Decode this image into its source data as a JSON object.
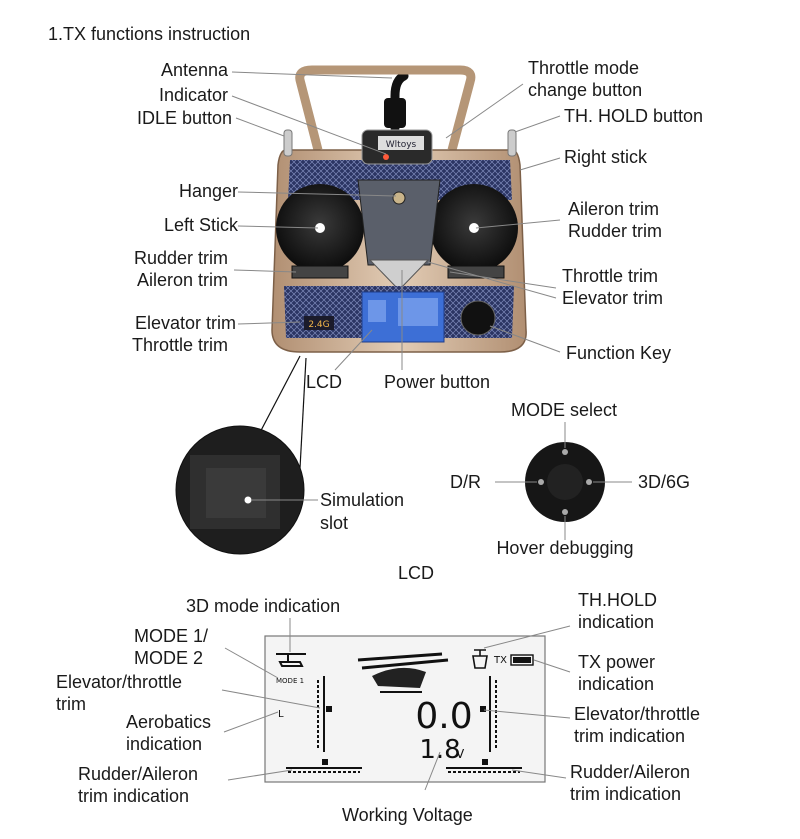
{
  "heading": "1.TX functions instruction",
  "tx_labels": {
    "antenna": "Antenna",
    "indicator": "Indicator",
    "idle_button": "IDLE  button",
    "hanger": "Hanger",
    "left_stick": "Left Stick",
    "rudder_trim_left": "Rudder trim",
    "aileron_trim_left": "Aileron  trim",
    "elevator_trim_left": "Elevator trim",
    "throttle_trim_left": "Throttle trim",
    "lcd": "LCD",
    "power_button": "Power button",
    "throttle_mode_1": "Throttle mode",
    "throttle_mode_2": "change button",
    "th_hold_button": "TH. HOLD button",
    "right_stick": "Right stick",
    "aileron_trim_right": "Aileron trim",
    "rudder_trim_right": "Rudder trim",
    "throttle_trim_right": "Throttle trim",
    "elevator_trim_right": "Elevator trim",
    "function_key": "Function Key"
  },
  "transmitter": {
    "brand": "Wltoys",
    "band": "2.4G"
  },
  "detail": {
    "simulation_1": "Simulation",
    "simulation_2": "slot",
    "mode_select": "MODE select",
    "dr": "D/R",
    "mode_3d6g": "3D/6G",
    "hover": "Hover debugging"
  },
  "lcd_section": {
    "title": "LCD",
    "mode_3d": "3D mode indication",
    "mode_1": "MODE 1/",
    "mode_2": "MODE 2",
    "elev_left_1": "Elevator/throttle",
    "elev_left_2": "trim",
    "aero_1": "Aerobatics",
    "aero_2": "indication",
    "rud_left_1": "Rudder/Aileron",
    "rud_left_2": "trim indication",
    "working_voltage": "Working Voltage",
    "thhold_1": "TH.HOLD",
    "thhold_2": "indication",
    "txpower_1": "TX power",
    "txpower_2": "indication",
    "elev_right_1": "Elevator/throttle",
    "elev_right_2": "trim indication",
    "rud_right_1": "Rudder/Aileron",
    "rud_right_2": "trim indication"
  },
  "lcd_screen": {
    "mode_text": "MODE 1",
    "aero_text": "L",
    "tx_text": "TX",
    "voltage_digits": "0.0",
    "voltage_digits2": "1.8",
    "voltage_unit": "V"
  },
  "colors": {
    "body": "#c9a98a",
    "panel": "#2e3a66",
    "lcd_blue": "#3d6fd6",
    "text": "#1a1a1a"
  }
}
